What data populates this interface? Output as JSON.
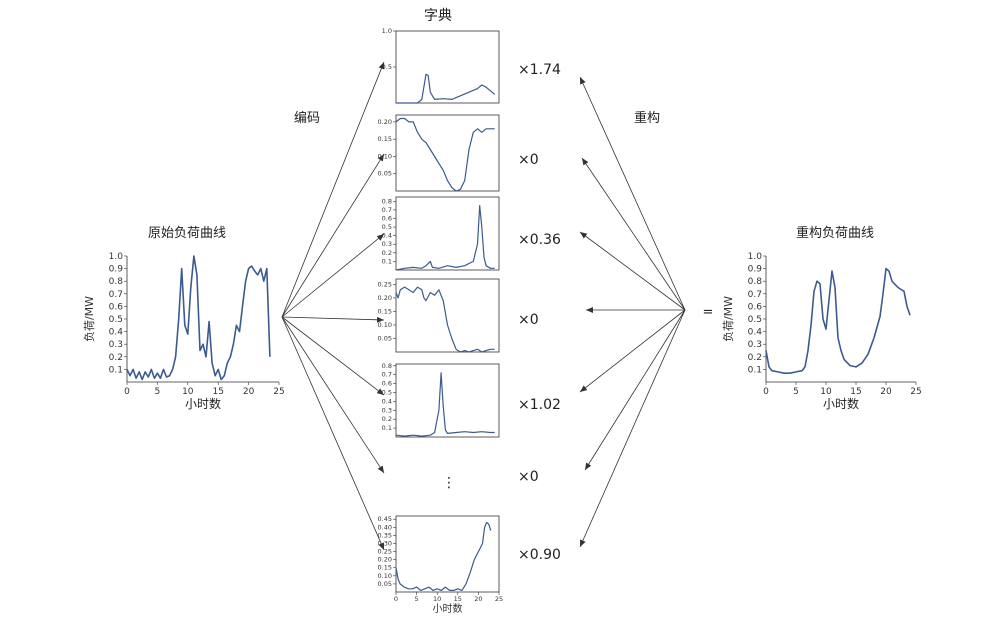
{
  "labels": {
    "dictionary": "字典",
    "encode": "编码",
    "reconstruct": "重构",
    "original_curve": "原始负荷曲线",
    "reconstructed_curve": "重构负荷曲线",
    "equals": "=",
    "ellipsis": "⋮"
  },
  "coefficients": [
    "×1.74",
    "×0",
    "×0.36",
    "×0",
    "×1.02",
    "×0",
    "×0.90"
  ],
  "charts": {
    "original": {
      "xlabel": "小时数",
      "ylabel": "负荷/MW",
      "xticks": [
        "0",
        "5",
        "10",
        "15",
        "20",
        "25"
      ],
      "yticks": [
        "0.1",
        "0.2",
        "0.3",
        "0.4",
        "0.5",
        "0.6",
        "0.7",
        "0.8",
        "0.9",
        "1.0"
      ],
      "xlim": [
        0,
        25
      ],
      "ylim": [
        0,
        1.0
      ],
      "series": [
        [
          0,
          0.1
        ],
        [
          0.5,
          0.05
        ],
        [
          1,
          0.1
        ],
        [
          1.5,
          0.03
        ],
        [
          2,
          0.08
        ],
        [
          2.5,
          0.02
        ],
        [
          3,
          0.08
        ],
        [
          3.5,
          0.04
        ],
        [
          4,
          0.1
        ],
        [
          4.5,
          0.03
        ],
        [
          5,
          0.07
        ],
        [
          5.5,
          0.03
        ],
        [
          6,
          0.1
        ],
        [
          6.5,
          0.04
        ],
        [
          7,
          0.05
        ],
        [
          7.5,
          0.1
        ],
        [
          8,
          0.2
        ],
        [
          8.5,
          0.5
        ],
        [
          9,
          0.9
        ],
        [
          9.5,
          0.45
        ],
        [
          10,
          0.38
        ],
        [
          10.5,
          0.75
        ],
        [
          11,
          1.0
        ],
        [
          11.5,
          0.85
        ],
        [
          12,
          0.25
        ],
        [
          12.5,
          0.3
        ],
        [
          13,
          0.2
        ],
        [
          13.5,
          0.48
        ],
        [
          14,
          0.15
        ],
        [
          14.5,
          0.05
        ],
        [
          15,
          0.1
        ],
        [
          15.5,
          0.02
        ],
        [
          16,
          0.05
        ],
        [
          16.5,
          0.15
        ],
        [
          17,
          0.2
        ],
        [
          17.5,
          0.3
        ],
        [
          18,
          0.45
        ],
        [
          18.5,
          0.4
        ],
        [
          19,
          0.6
        ],
        [
          19.5,
          0.8
        ],
        [
          20,
          0.9
        ],
        [
          20.5,
          0.92
        ],
        [
          21,
          0.88
        ],
        [
          21.5,
          0.85
        ],
        [
          22,
          0.9
        ],
        [
          22.5,
          0.8
        ],
        [
          23,
          0.9
        ],
        [
          23.5,
          0.2
        ]
      ]
    },
    "reconstructed": {
      "xlabel": "小时数",
      "ylabel": "负荷/MW",
      "xticks": [
        "0",
        "5",
        "10",
        "15",
        "20",
        "25"
      ],
      "yticks": [
        "0.1",
        "0.2",
        "0.3",
        "0.4",
        "0.5",
        "0.6",
        "0.7",
        "0.8",
        "0.9",
        "1.0"
      ],
      "xlim": [
        0,
        25
      ],
      "ylim": [
        0,
        1.0
      ],
      "series": [
        [
          0,
          0.25
        ],
        [
          0.5,
          0.12
        ],
        [
          1,
          0.09
        ],
        [
          2,
          0.08
        ],
        [
          3,
          0.07
        ],
        [
          4,
          0.07
        ],
        [
          5,
          0.08
        ],
        [
          6,
          0.09
        ],
        [
          6.5,
          0.12
        ],
        [
          7,
          0.25
        ],
        [
          7.5,
          0.45
        ],
        [
          8,
          0.72
        ],
        [
          8.5,
          0.8
        ],
        [
          9,
          0.78
        ],
        [
          9.5,
          0.5
        ],
        [
          10,
          0.42
        ],
        [
          10.5,
          0.65
        ],
        [
          11,
          0.88
        ],
        [
          11.5,
          0.75
        ],
        [
          12,
          0.35
        ],
        [
          12.5,
          0.25
        ],
        [
          13,
          0.18
        ],
        [
          14,
          0.13
        ],
        [
          15,
          0.12
        ],
        [
          16,
          0.15
        ],
        [
          17,
          0.22
        ],
        [
          18,
          0.35
        ],
        [
          19,
          0.52
        ],
        [
          19.5,
          0.7
        ],
        [
          20,
          0.9
        ],
        [
          20.5,
          0.88
        ],
        [
          21,
          0.8
        ],
        [
          22,
          0.75
        ],
        [
          23,
          0.72
        ],
        [
          23.5,
          0.6
        ],
        [
          24,
          0.53
        ]
      ]
    },
    "dict1": {
      "yticks": [
        "0.5",
        "1.0"
      ],
      "ylim": [
        0,
        1.0
      ],
      "series": [
        [
          0,
          0
        ],
        [
          2,
          0
        ],
        [
          4,
          0
        ],
        [
          5,
          0
        ],
        [
          6,
          0.05
        ],
        [
          7,
          0.4
        ],
        [
          7.5,
          0.38
        ],
        [
          8,
          0.15
        ],
        [
          9,
          0.05
        ],
        [
          11,
          0.06
        ],
        [
          13,
          0.05
        ],
        [
          15,
          0.1
        ],
        [
          17,
          0.15
        ],
        [
          19,
          0.2
        ],
        [
          20,
          0.25
        ],
        [
          21,
          0.22
        ],
        [
          22,
          0.17
        ],
        [
          23,
          0.12
        ]
      ]
    },
    "dict2": {
      "yticks": [
        "0.05",
        "0.10",
        "0.15",
        "0.20"
      ],
      "ylim": [
        0,
        0.22
      ],
      "series": [
        [
          0,
          0.2
        ],
        [
          1,
          0.21
        ],
        [
          2,
          0.21
        ],
        [
          3,
          0.2
        ],
        [
          4,
          0.2
        ],
        [
          5,
          0.17
        ],
        [
          6,
          0.15
        ],
        [
          7,
          0.14
        ],
        [
          8,
          0.12
        ],
        [
          9,
          0.1
        ],
        [
          10,
          0.08
        ],
        [
          11,
          0.06
        ],
        [
          12,
          0.03
        ],
        [
          13,
          0.01
        ],
        [
          14,
          0
        ],
        [
          15,
          0.005
        ],
        [
          16,
          0.03
        ],
        [
          17,
          0.12
        ],
        [
          18,
          0.17
        ],
        [
          19,
          0.18
        ],
        [
          20,
          0.17
        ],
        [
          21,
          0.18
        ],
        [
          22,
          0.18
        ],
        [
          23,
          0.18
        ]
      ]
    },
    "dict3": {
      "yticks": [
        "0.1",
        "0.2",
        "0.3",
        "0.4",
        "0.5",
        "0.6",
        "0.7",
        "0.8"
      ],
      "ylim": [
        0,
        0.85
      ],
      "series": [
        [
          0,
          0
        ],
        [
          2,
          0.02
        ],
        [
          4,
          0.03
        ],
        [
          6,
          0.02
        ],
        [
          7,
          0.05
        ],
        [
          8,
          0.1
        ],
        [
          8.5,
          0.03
        ],
        [
          10,
          0.02
        ],
        [
          12,
          0.05
        ],
        [
          14,
          0.03
        ],
        [
          16,
          0.05
        ],
        [
          18,
          0.1
        ],
        [
          19,
          0.3
        ],
        [
          19.5,
          0.75
        ],
        [
          20,
          0.5
        ],
        [
          20.5,
          0.15
        ],
        [
          21,
          0.05
        ],
        [
          22,
          0.02
        ],
        [
          23,
          0.02
        ]
      ]
    },
    "dict4": {
      "yticks": [
        "0.05",
        "0.10",
        "0.15",
        "0.20",
        "0.25"
      ],
      "ylim": [
        0,
        0.27
      ],
      "series": [
        [
          0,
          0.22
        ],
        [
          0.5,
          0.2
        ],
        [
          1,
          0.23
        ],
        [
          2,
          0.24
        ],
        [
          3,
          0.23
        ],
        [
          4,
          0.22
        ],
        [
          5,
          0.24
        ],
        [
          6,
          0.23
        ],
        [
          6.5,
          0.2
        ],
        [
          7,
          0.19
        ],
        [
          8,
          0.22
        ],
        [
          9,
          0.21
        ],
        [
          10,
          0.23
        ],
        [
          11,
          0.19
        ],
        [
          12,
          0.1
        ],
        [
          13,
          0.05
        ],
        [
          14,
          0.01
        ],
        [
          15,
          0
        ],
        [
          16,
          0.005
        ],
        [
          17,
          0
        ],
        [
          18,
          0.005
        ],
        [
          19,
          0.01
        ],
        [
          20,
          0
        ],
        [
          21,
          0.005
        ],
        [
          22,
          0.01
        ],
        [
          23,
          0.01
        ]
      ]
    },
    "dict5": {
      "yticks": [
        "0.1",
        "0.2",
        "0.3",
        "0.4",
        "0.5",
        "0.6",
        "0.7",
        "0.8"
      ],
      "ylim": [
        0,
        0.82
      ],
      "series": [
        [
          0,
          0.02
        ],
        [
          2,
          0.01
        ],
        [
          4,
          0.02
        ],
        [
          6,
          0.01
        ],
        [
          8,
          0.02
        ],
        [
          9,
          0.05
        ],
        [
          10,
          0.3
        ],
        [
          10.5,
          0.72
        ],
        [
          11,
          0.35
        ],
        [
          11.5,
          0.08
        ],
        [
          12,
          0.04
        ],
        [
          14,
          0.05
        ],
        [
          16,
          0.06
        ],
        [
          18,
          0.05
        ],
        [
          20,
          0.06
        ],
        [
          22,
          0.05
        ],
        [
          23,
          0.05
        ]
      ]
    },
    "dict7": {
      "xlabel": "小时数",
      "xticks": [
        "0",
        "5",
        "10",
        "15",
        "20",
        "25"
      ],
      "yticks": [
        "0.05",
        "0.10",
        "0.15",
        "0.20",
        "0.25",
        "0.30",
        "0.35",
        "0.40",
        "0.45"
      ],
      "xlim": [
        0,
        25
      ],
      "ylim": [
        0,
        0.47
      ],
      "series": [
        [
          0,
          0.15
        ],
        [
          0.5,
          0.08
        ],
        [
          1,
          0.05
        ],
        [
          2,
          0.03
        ],
        [
          3,
          0.02
        ],
        [
          4,
          0.02
        ],
        [
          5,
          0.03
        ],
        [
          6,
          0.01
        ],
        [
          7,
          0.02
        ],
        [
          8,
          0.03
        ],
        [
          9,
          0.01
        ],
        [
          10,
          0.02
        ],
        [
          11,
          0.01
        ],
        [
          12,
          0.03
        ],
        [
          13,
          0.01
        ],
        [
          14,
          0.01
        ],
        [
          15,
          0.02
        ],
        [
          16,
          0.01
        ],
        [
          17,
          0.05
        ],
        [
          18,
          0.12
        ],
        [
          19,
          0.2
        ],
        [
          20,
          0.25
        ],
        [
          21,
          0.3
        ],
        [
          21.5,
          0.4
        ],
        [
          22,
          0.43
        ],
        [
          22.5,
          0.42
        ],
        [
          23,
          0.38
        ]
      ]
    }
  }
}
